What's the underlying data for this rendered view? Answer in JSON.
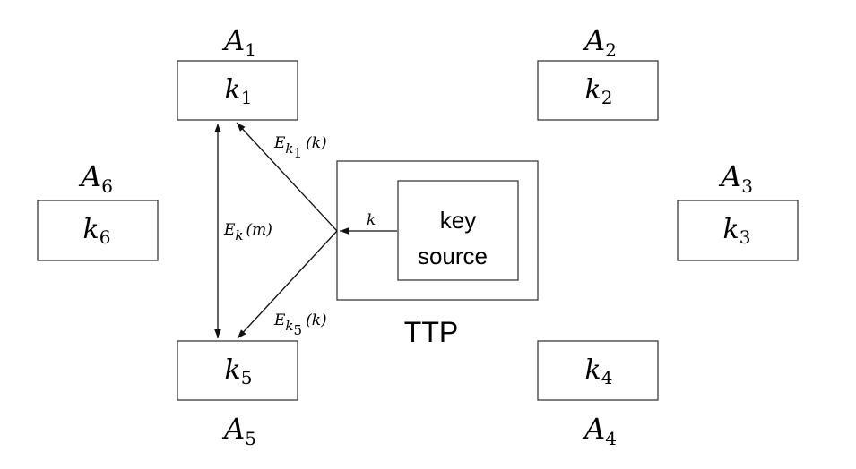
{
  "parties": [
    {
      "label_letter": "A",
      "label_index": "1",
      "key_letter": "k",
      "key_index": "1"
    },
    {
      "label_letter": "A",
      "label_index": "2",
      "key_letter": "k",
      "key_index": "2"
    },
    {
      "label_letter": "A",
      "label_index": "3",
      "key_letter": "k",
      "key_index": "3"
    },
    {
      "label_letter": "A",
      "label_index": "4",
      "key_letter": "k",
      "key_index": "4"
    },
    {
      "label_letter": "A",
      "label_index": "5",
      "key_letter": "k",
      "key_index": "5"
    },
    {
      "label_letter": "A",
      "label_index": "6",
      "key_letter": "k",
      "key_index": "6"
    }
  ],
  "ttp": {
    "label": "TTP",
    "key_source_line1": "key",
    "key_source_line2": "source"
  },
  "edges": {
    "key_arrow_label": "k",
    "to_a1": {
      "fn": "E",
      "key": "k",
      "key_sub": "1",
      "arg": "(k)"
    },
    "to_a5": {
      "fn": "E",
      "key": "k",
      "key_sub": "5",
      "arg": "(k)"
    },
    "a1_a5": {
      "fn": "E",
      "key": "k",
      "arg": "(m)"
    }
  }
}
